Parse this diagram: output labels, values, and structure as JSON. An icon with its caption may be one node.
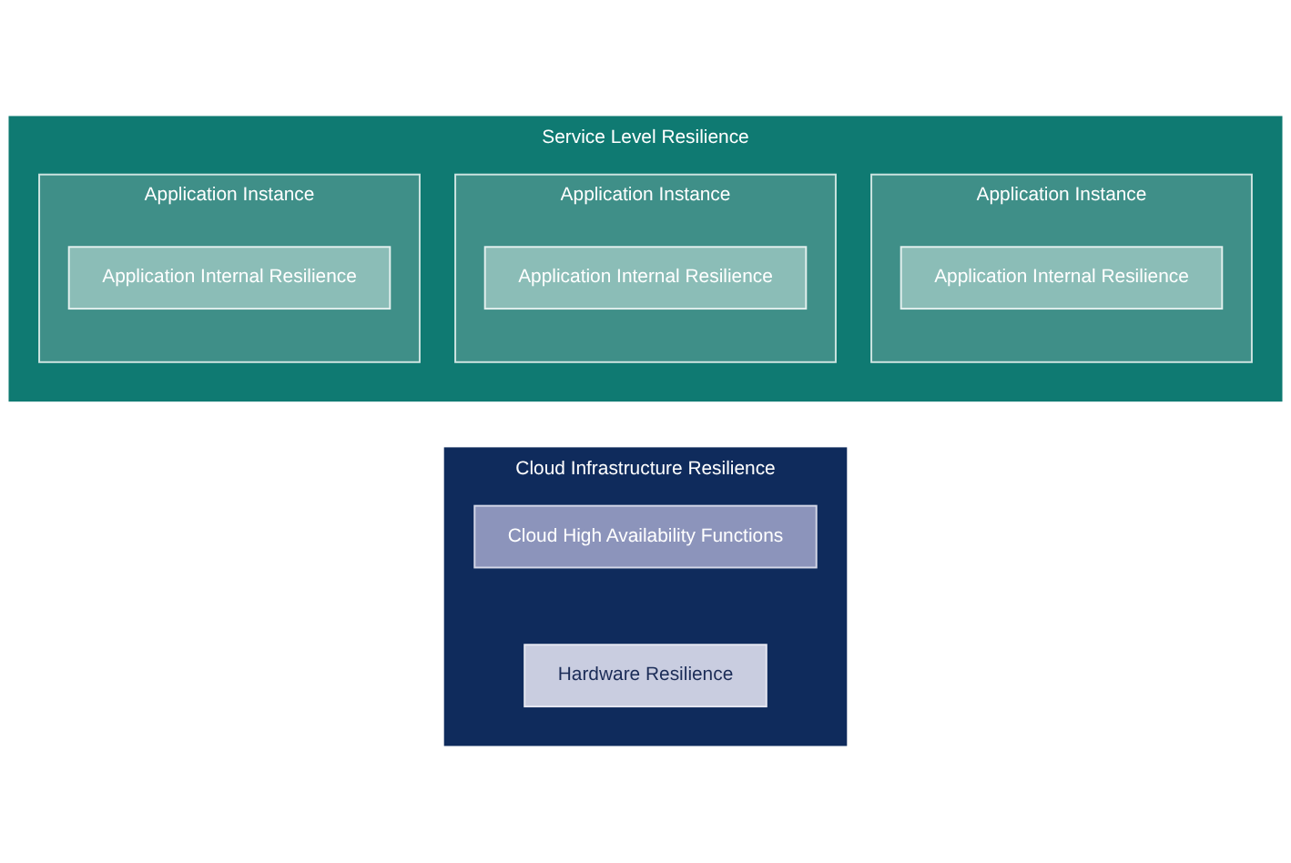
{
  "diagram": {
    "nodes": [
      {
        "text": [
          "Service Level Resilience"
        ]
      },
      {
        "text": [
          "Application Instance"
        ],
        "in": 0
      },
      {
        "text": [
          "Application Internal Resilience"
        ],
        "in": 1
      },
      {
        "text": [
          "Application Instance"
        ],
        "in": 0
      },
      {
        "text": [
          "Application Internal Resilience"
        ],
        "in": 3
      },
      {
        "text": [
          "Application Instance"
        ],
        "in": 0
      },
      {
        "text": [
          "Application Internal Resilience"
        ],
        "in": 5
      },
      {
        "text": [
          "Cloud Infrastructure Resilience"
        ]
      },
      {
        "text": [
          "Cloud High Availability Functions"
        ],
        "in": 7
      },
      {
        "text": [
          "Hardware Resilience"
        ],
        "in": 7
      }
    ]
  }
}
